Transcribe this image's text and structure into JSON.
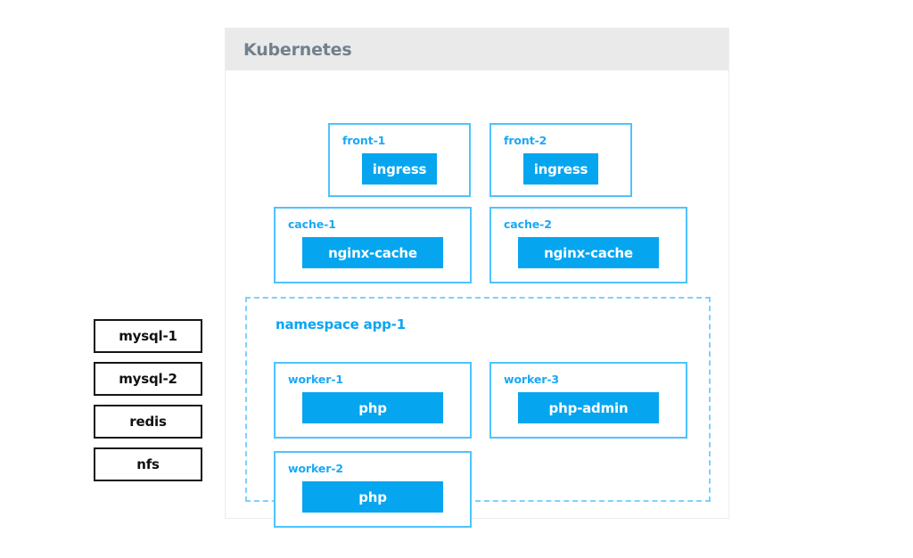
{
  "external_nodes": [
    {
      "label": "mysql-1"
    },
    {
      "label": "mysql-2"
    },
    {
      "label": "redis"
    },
    {
      "label": "nfs"
    }
  ],
  "cluster": {
    "title": "Kubernetes",
    "header_bg": "#eaeaea",
    "title_color": "#73808c",
    "border_color": "#ededed"
  },
  "colors": {
    "pod_fill": "#06a5f0",
    "card_border": "#4dc3ff",
    "card_title": "#1ba8f5",
    "namespace_border": "#7ed1fb",
    "namespace_label": "#0aa5f2",
    "external_border": "#151515"
  },
  "nodes": {
    "front_1": {
      "title": "front-1",
      "pod": "ingress"
    },
    "front_2": {
      "title": "front-2",
      "pod": "ingress"
    },
    "cache_1": {
      "title": "cache-1",
      "pod": "nginx-cache"
    },
    "cache_2": {
      "title": "cache-2",
      "pod": "nginx-cache"
    },
    "worker_1": {
      "title": "worker-1",
      "pod": "php"
    },
    "worker_2": {
      "title": "worker-2",
      "pod": "php"
    },
    "worker_3": {
      "title": "worker-3",
      "pod": "php-admin"
    }
  },
  "namespace": {
    "label": "namespace app-1"
  }
}
